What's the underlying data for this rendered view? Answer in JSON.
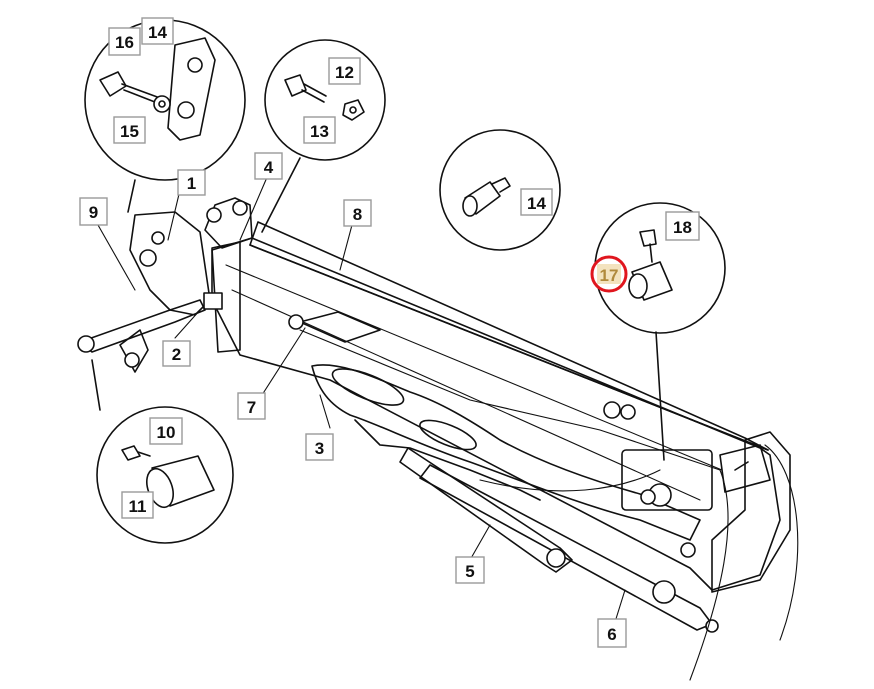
{
  "diagram": {
    "callouts": {
      "c1": "1",
      "c2": "2",
      "c3": "3",
      "c4": "4",
      "c5": "5",
      "c6": "6",
      "c7": "7",
      "c8": "8",
      "c9": "9",
      "c10": "10",
      "c11": "11",
      "c12": "12",
      "c13": "13",
      "c14a": "14",
      "c14b": "14",
      "c15": "15",
      "c16": "16",
      "c17": "17",
      "c18": "18"
    },
    "highlight": {
      "part": "17",
      "ring_color": "#e0161e",
      "label_color": "#b08a3c"
    }
  }
}
